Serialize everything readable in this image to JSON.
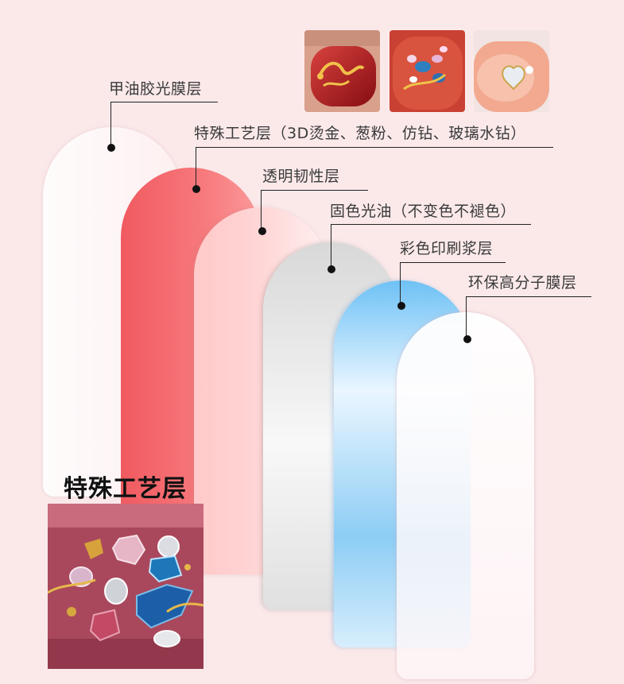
{
  "labels": {
    "gel_film": "甲油胶光膜层",
    "special_craft": "特殊工艺层（3D烫金、葱粉、仿钻、玻璃水钻）",
    "transparent_tough": "透明韧性层",
    "color_fix": "固色光油（不变色不褪色）",
    "color_print": "彩色印刷浆层",
    "eco_polymer": "环保高分子膜层"
  },
  "closeup_title": "特殊工艺层",
  "colors": {
    "background": "#fbe9ea",
    "red_layer": "#f56c6f",
    "pink_layer": "#ffc5c5",
    "grey_layer": "#e4e4e4",
    "blue_layer": "#8fcbf3",
    "white_layer": "#fdf2f4"
  },
  "thumbnails": [
    "dragon-nail-thumbnail",
    "gem-nail-thumbnail",
    "heart-nail-thumbnail"
  ]
}
